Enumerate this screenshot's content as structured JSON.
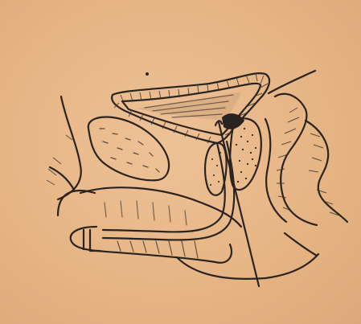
{
  "figure": {
    "ink_color": "#2a2420",
    "paper_color": "#e8b685",
    "structures": [
      "bladder-wall",
      "bladder-lumen",
      "pubic-bone",
      "prostate-left",
      "prostate-right",
      "catheter",
      "urethra",
      "penis",
      "rectum",
      "buttock-contour",
      "perineal-tissue"
    ]
  }
}
